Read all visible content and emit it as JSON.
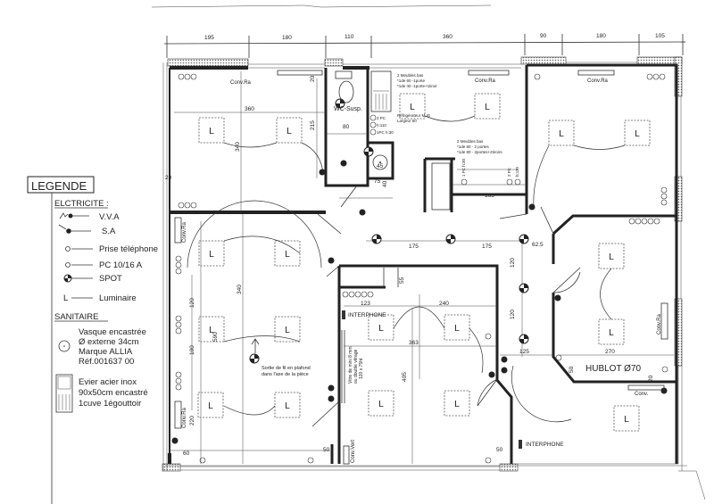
{
  "dimensions_top": [
    "195",
    "180",
    "110",
    "360",
    "90",
    "180",
    "105"
  ],
  "legend": {
    "title": "LEGENDE",
    "electric_heading": "ELCTRICITE :",
    "electric_items": [
      {
        "icon": "vva-switch-icon",
        "label": "V.V.A"
      },
      {
        "icon": "sa-switch-icon",
        "label": "S.A"
      },
      {
        "icon": "phone-socket-icon",
        "label": "Prise téléphone"
      },
      {
        "icon": "power-socket-icon",
        "label": "PC 10/16 A"
      },
      {
        "icon": "spot-icon",
        "label": "SPOT"
      },
      {
        "icon": "luminaire-icon",
        "label": "Luminaire",
        "mark": "L"
      }
    ],
    "sanitary_heading": "SANITAIRE",
    "basin": [
      "Vasque encastrée",
      "Ø  externe 34cm",
      "Marque ALLIA",
      "Réf.001637 00"
    ],
    "sink": [
      "Evier  acier inox",
      "90x50cm encastré",
      "1cuve 1égouttoir"
    ]
  },
  "plan": {
    "luminaire_mark": "L",
    "conv_ra": "Conv.Ra",
    "conv_vert": "Conv.Vert",
    "conv": "Conv.",
    "wc": "WC-Susp.",
    "interphone": "INTERPHONE",
    "hublot": "HUBLOT Ø70",
    "ceiling_note": [
      "Sortie de fil en plafond",
      "dans l'axe de la pièce"
    ],
    "window_note": [
      "Vitre de mini 8 mm",
      "ou double vitrage",
      "120 x 75ht"
    ],
    "kitchen_note_1": [
      "2 Meubles bas",
      "*1de 60 -1porte",
      "*1de 40 -1porte+1tiroir"
    ],
    "kitchen_note_2": [
      "2 Meubles bas",
      "*1de 80 - 2 portes",
      "*1de 80 - 2portes+2tiroirs"
    ],
    "fridge_note": [
      "Réfrigérateur M.IG",
      "Largeur 60"
    ],
    "pc_labels": [
      "2 PC",
      "h:110",
      "1PC h:30",
      "1 PC h:30",
      "2 PC",
      "h:110"
    ],
    "dims": {
      "d360_left": "360",
      "d340_left": "340",
      "d215": "215",
      "d20_top": "20",
      "d20_left": "20",
      "d80_wc": "80",
      "d45": "45",
      "d75": "75",
      "d40": "40",
      "d165": "165",
      "d175a": "175",
      "d175b": "175",
      "d62_5": "62.5",
      "d120a": "120",
      "d120b": "120",
      "d125": "125",
      "d270": "270",
      "d50_right": "50",
      "d20_right": "20",
      "d123": "123",
      "d240": "240",
      "d363": "363",
      "d405": "405",
      "d50_bottom": "50",
      "d340_mid": "340",
      "d590": "590",
      "d120_left": "120",
      "d100_left": "100",
      "d220": "220",
      "d60": "60",
      "d55": "55"
    }
  }
}
